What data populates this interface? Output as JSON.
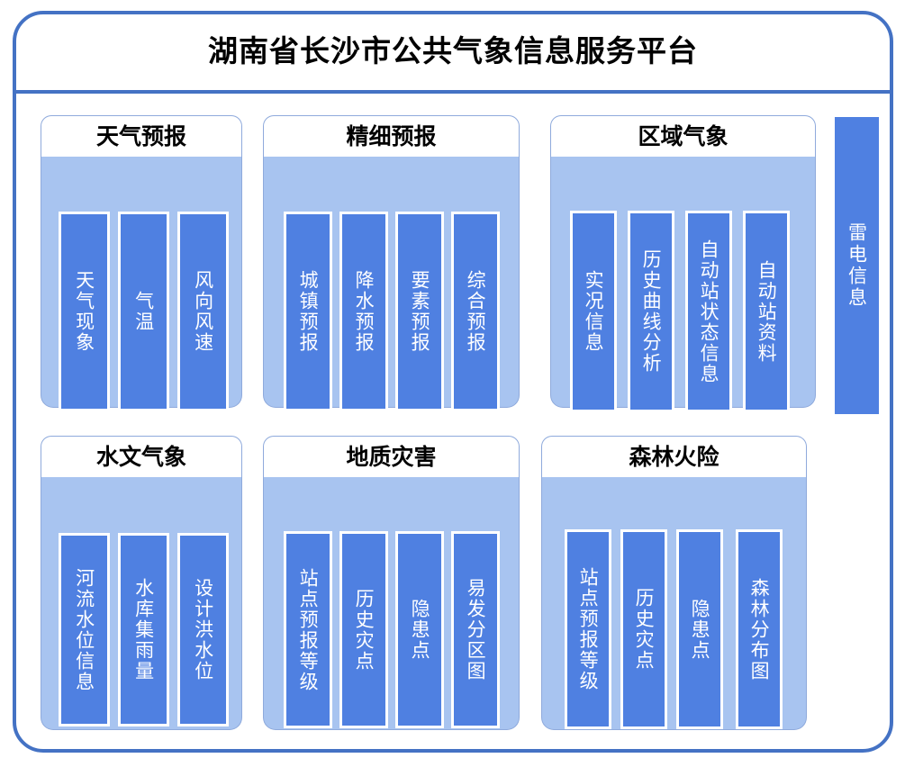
{
  "platform": {
    "title": "湖南省长沙市公共气象信息服务平台",
    "frame_color": "#4472C4",
    "body_fill": "#A8C4F0",
    "bar_fill": "#4F80E1",
    "group_border": "#8FAADC"
  },
  "groups": [
    {
      "title": "天气预报",
      "items": [
        {
          "label": "天气现象"
        },
        {
          "label": "气温"
        },
        {
          "label": "风向风速"
        }
      ]
    },
    {
      "title": "精细预报",
      "items": [
        {
          "label": "城镇预报"
        },
        {
          "label": "降水预报"
        },
        {
          "label": "要素预报"
        },
        {
          "label": "综合预报"
        }
      ]
    },
    {
      "title": "区域气象",
      "items": [
        {
          "label": "实况信息"
        },
        {
          "label": "历史曲线分析"
        },
        {
          "label": "自动站状态信息"
        },
        {
          "label": "自动站资料"
        }
      ]
    },
    {
      "title": "水文气象",
      "items": [
        {
          "label": "河流水位信息"
        },
        {
          "label": "水库集雨量"
        },
        {
          "label": "设计洪水位"
        }
      ]
    },
    {
      "title": "地质灾害",
      "items": [
        {
          "label": "站点预报等级"
        },
        {
          "label": "历史灾点"
        },
        {
          "label": "隐患点"
        },
        {
          "label": "易发分区图"
        }
      ]
    },
    {
      "title": "森林火险",
      "items": [
        {
          "label": "站点预报等级"
        },
        {
          "label": "历史灾点"
        },
        {
          "label": "隐患点"
        },
        {
          "label": "森林分布图"
        }
      ]
    }
  ],
  "standalone": {
    "label": "雷电信息"
  }
}
